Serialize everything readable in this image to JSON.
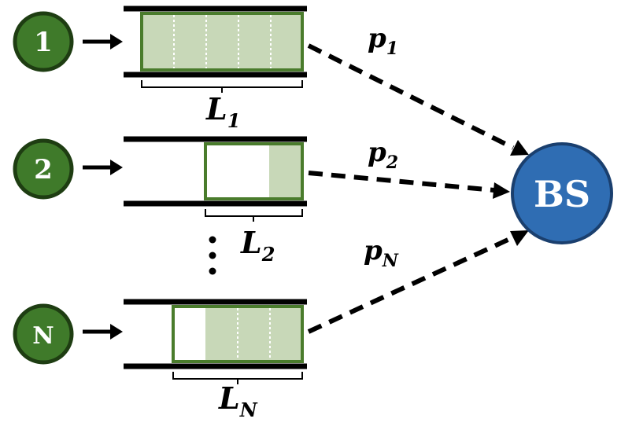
{
  "diagram": {
    "users": [
      {
        "label": "1",
        "queue_length": "L",
        "queue_sub": "1",
        "prob": "p",
        "prob_sub": "1"
      },
      {
        "label": "2",
        "queue_length": "L",
        "queue_sub": "2",
        "prob": "p",
        "prob_sub": "2"
      },
      {
        "label": "N",
        "queue_length": "L",
        "queue_sub": "N",
        "prob": "p",
        "prob_sub": "N"
      }
    ],
    "base_station": {
      "label": "BS"
    },
    "ellipsis": "⋮",
    "colors": {
      "user_fill": "#3f7a2a",
      "user_stroke": "#1e3d12",
      "bs_fill": "#2f6db3",
      "bs_stroke": "#1a3f6e",
      "buffer_fill": "#c8d8b8",
      "buffer_stroke": "#4a7c2c"
    }
  }
}
